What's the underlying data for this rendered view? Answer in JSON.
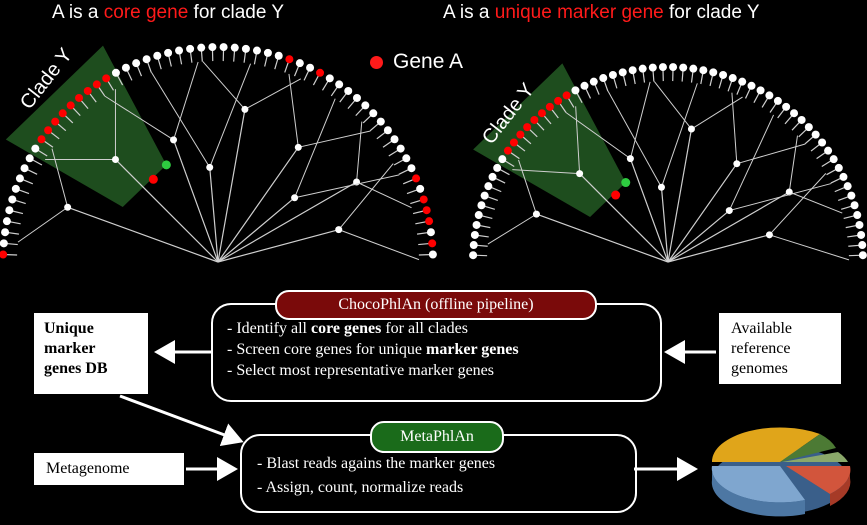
{
  "colors": {
    "red_dot": "#ff0000",
    "green_dot": "#2ecc40",
    "clade_fill": "#1e4d1e",
    "chocophlan_pill": "#7a0a0a",
    "metaphlan_pill": "#1a6b1a"
  },
  "left_title": {
    "prefix": "A is a ",
    "highlight": "core gene",
    "suffix": " for clade Y"
  },
  "right_title": {
    "prefix": "A is a ",
    "highlight": "unique marker gene",
    "suffix": " for clade Y"
  },
  "legend": {
    "label": "Gene A"
  },
  "clade_label": "Clade Y",
  "chocophlan": {
    "title": "ChocoPhlAn (offline pipeline)",
    "lines": [
      {
        "pre": "- Identify all ",
        "bold": "core genes",
        "post": " for all clades"
      },
      {
        "pre": "- Screen core genes for unique ",
        "bold": "marker genes",
        "post": ""
      },
      {
        "pre": "- Select most representative marker genes",
        "bold": "",
        "post": ""
      }
    ]
  },
  "unique_db": {
    "line1": "Unique",
    "line2": "marker",
    "line3": "genes DB"
  },
  "reference": {
    "line1": "Available",
    "line2": "reference",
    "line3": "genomes"
  },
  "metaphlan": {
    "title": "MetaPhlAn",
    "lines": [
      "- Blast reads agains the marker genes",
      "- Assign, count, normalize reads"
    ]
  },
  "metagenome": "Metagenome",
  "pie_icon": "pie-chart-icon"
}
